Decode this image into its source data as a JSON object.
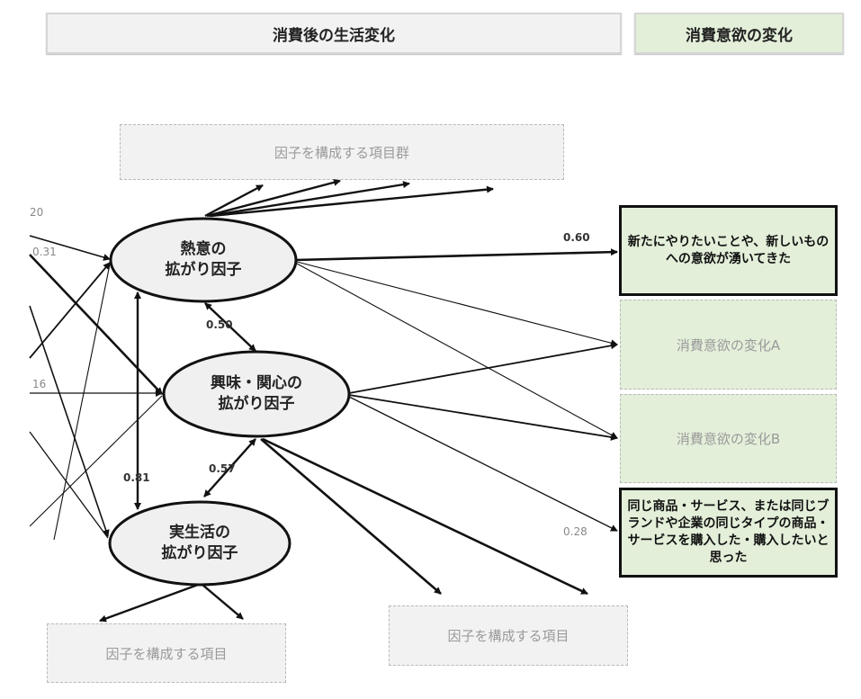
{
  "headers": {
    "left": "消費後の生活変化",
    "right": "消費意欲の変化"
  },
  "factors": [
    {
      "id": "enthusiasm",
      "line1": "熱意の",
      "line2": "拡がり因子"
    },
    {
      "id": "interest",
      "line1": "興味・関心の",
      "line2": "拡がり因子"
    },
    {
      "id": "reallife",
      "line1": "実生活の",
      "line2": "拡がり因子"
    }
  ],
  "item_groups": {
    "top": "因子を構成する項目群",
    "bottom_left": "因子を構成する項目",
    "bottom_right": "因子を構成する項目"
  },
  "outcomes": {
    "new_desire": "新たにやりたいことや、新しいものへの意欲が湧いてきた",
    "change_a": "消費意欲の変化A",
    "change_b": "消費意欲の変化B",
    "repurchase": "同じ商品・サービス、または同じブランドや企業の同じタイプの商品・サービスを購入した・購入したいと思った"
  },
  "coefficients": {
    "enthusiasm_to_new_desire": "0.60",
    "enthusiasm_interest_cov": "0.50",
    "interest_reallife_cov": "0.57",
    "enthusiasm_reallife_cov": "0.81",
    "interest_to_repurchase": "0.28",
    "left_partial_1": "20",
    "left_partial_2": "0.31",
    "left_partial_3": "16"
  },
  "colors": {
    "header_grey": "#f2f2f2",
    "outcome_green": "#e3efd9",
    "ellipse_fill": "#f0f0f0",
    "line": "#111111"
  }
}
